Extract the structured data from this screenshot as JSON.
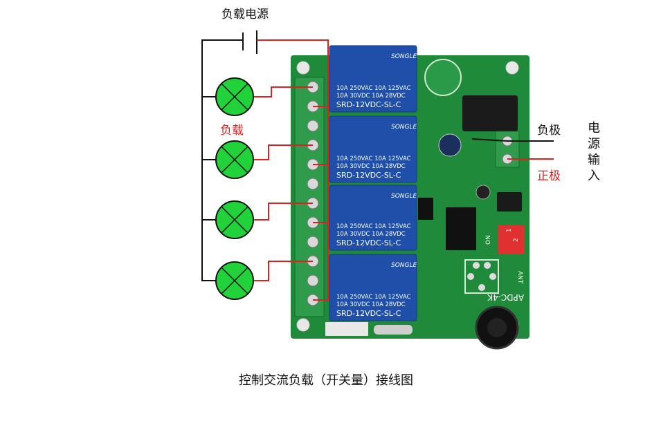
{
  "labels": {
    "load_power": "负载电源",
    "load": "负载",
    "negative": "负极",
    "positive": "正极",
    "power_input": [
      "电",
      "源",
      "输",
      "入"
    ],
    "caption": "控制交流负载（开关量）接线图"
  },
  "relays": [
    {
      "brand": "SONGLE",
      "spec1": "10A 250VAC  10A  125VAC",
      "spec2": "10A  30VDC  10A   28VDC",
      "model": "SRD-12VDC-SL-C"
    },
    {
      "brand": "SONGLE",
      "spec1": "10A 250VAC  10A  125VAC",
      "spec2": "10A  30VDC  10A   28VDC",
      "model": "SRD-12VDC-SL-C"
    },
    {
      "brand": "SONGLE",
      "spec1": "10A 250VAC  10A  125VAC",
      "spec2": "10A  30VDC  10A   28VDC",
      "model": "SRD-12VDC-SL-C"
    },
    {
      "brand": "SONGLE",
      "spec1": "10A 250VAC  10A  125VAC",
      "spec2": "10A  30VDC  10A   28VDC",
      "model": "SRD-12VDC-SL-C"
    }
  ],
  "board": {
    "model_label": "APDC-4K",
    "ant_label": "ANT",
    "dip_on": "ON",
    "dip_1": "1",
    "dip_2": "2"
  },
  "colors": {
    "pcb": "#1f8a3a",
    "terminal": "#2e9c4a",
    "relay": "#1f4fa8",
    "lamp": "#22d23a",
    "wire_red": "#e02020",
    "wire_black": "#111111"
  }
}
